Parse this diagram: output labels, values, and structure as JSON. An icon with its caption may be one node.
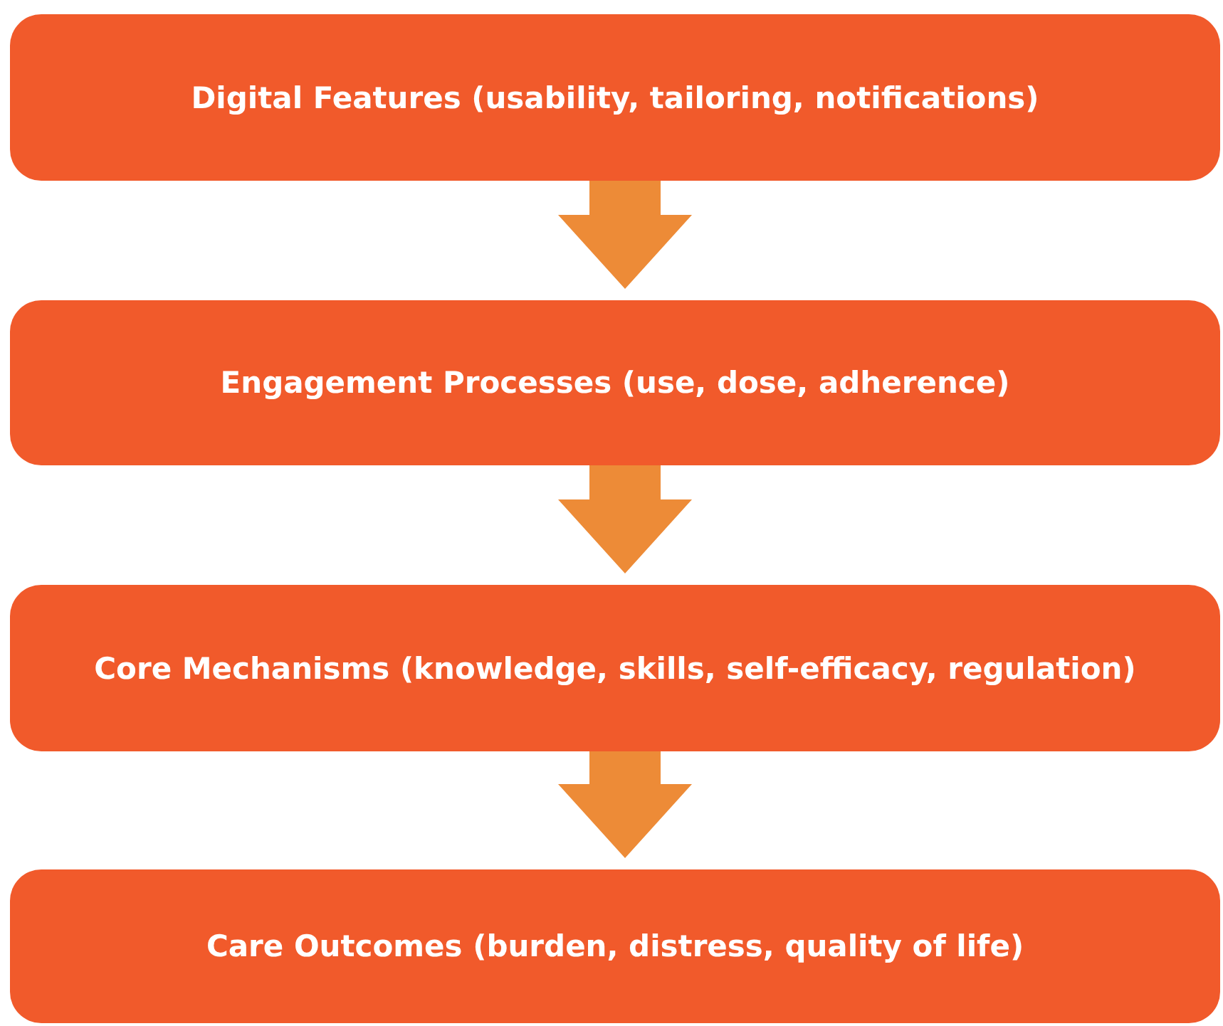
{
  "diagram": {
    "nodes": [
      {
        "text": [
          "Digital Features (usability, tailoring, notifications)"
        ]
      },
      {
        "text": [
          "Engagement Processes (use, dose, adherence)"
        ]
      },
      {
        "text": [
          "Core Mechanisms (knowledge, skills, self-efficacy, regulation)"
        ]
      },
      {
        "text": [
          "Care Outcomes (burden, distress, quality of life)"
        ]
      }
    ],
    "edges": [
      {
        "from": 0,
        "to": 1,
        "arrow": "to"
      },
      {
        "from": 1,
        "to": 2,
        "arrow": "to"
      },
      {
        "from": 2,
        "to": 3,
        "arrow": "to"
      }
    ]
  }
}
